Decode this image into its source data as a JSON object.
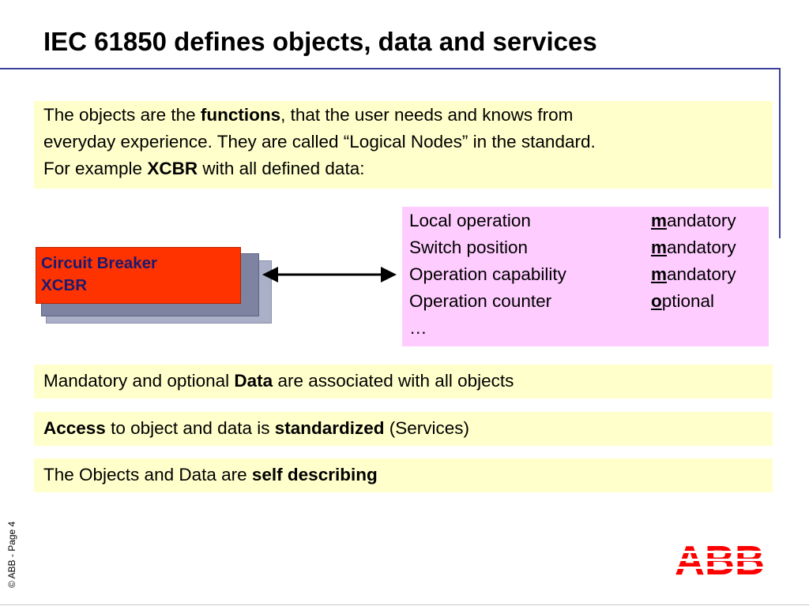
{
  "slide": {
    "title": "IEC 61850 defines objects, data and services",
    "intro": {
      "line1_pre": "The objects are the ",
      "line1_bold": "functions",
      "line1_post": ", that the user needs and knows from",
      "line2": "everyday experience. They are called “Logical Nodes” in the standard.",
      "line3_pre": "For example ",
      "line3_bold": "XCBR",
      "line3_post": " with all defined data:"
    },
    "circuit_breaker": {
      "line1": "Circuit Breaker",
      "line2": "XCBR"
    },
    "logical_node_data": [
      {
        "name": "Local operation",
        "req_first": "m",
        "req_rest": "andatory"
      },
      {
        "name": "Switch position",
        "req_first": "m",
        "req_rest": "andatory"
      },
      {
        "name": "Operation capability",
        "req_first": "m",
        "req_rest": "andatory"
      },
      {
        "name": "Operation counter",
        "req_first": "o",
        "req_rest": "ptional"
      }
    ],
    "ellipsis": "…",
    "statement_data": {
      "pre": "Mandatory and optional ",
      "bold": "Data",
      "post": " are associated with all objects"
    },
    "statement_access": {
      "bold1": "Access",
      "mid": " to object and data is ",
      "bold2": "standardized",
      "post": " (Services)"
    },
    "statement_self": {
      "pre": "The Objects and Data are ",
      "bold": "self describing"
    },
    "footer": "© ABB  - Page 4",
    "logo_text": "ABB",
    "colors": {
      "accent_rule": "#3b3f9a",
      "yellow_box": "#ffffcc",
      "pink_box": "#ffccff",
      "breaker_red": "#ff3300",
      "abb_red": "#ff0000"
    }
  }
}
